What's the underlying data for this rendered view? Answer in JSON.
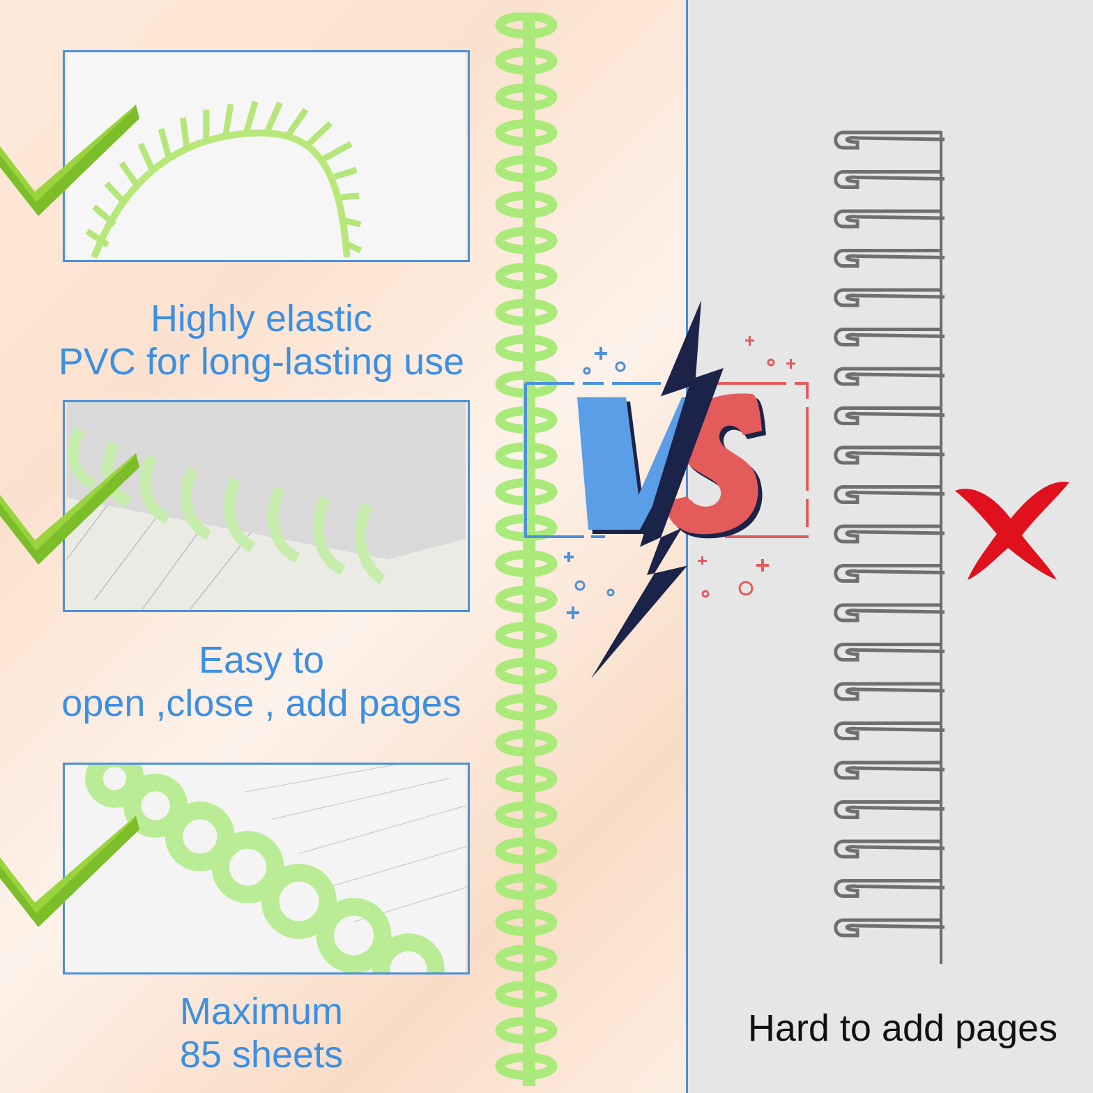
{
  "features": [
    {
      "line1": "Highly elastic",
      "line2": "PVC for long-lasting use"
    },
    {
      "line1": "Easy to",
      "line2": "open ,close , add pages"
    },
    {
      "line1": "Maximum",
      "line2": "85 sheets"
    }
  ],
  "comparison": {
    "vs_label": "VS",
    "bad_caption": "Hard to add pages"
  },
  "colors": {
    "accent_blue": "#3d8fe3",
    "frame_blue": "#4a90da",
    "vs_red": "#e35b5b",
    "check_green": "#7cbd2a",
    "cross_red": "#e0101c",
    "spine_green": "#a9ea7a",
    "bolt_navy": "#1c2348"
  },
  "icons": [
    "check-icon",
    "check-icon",
    "check-icon",
    "lightning-bolt-icon",
    "cross-icon"
  ]
}
